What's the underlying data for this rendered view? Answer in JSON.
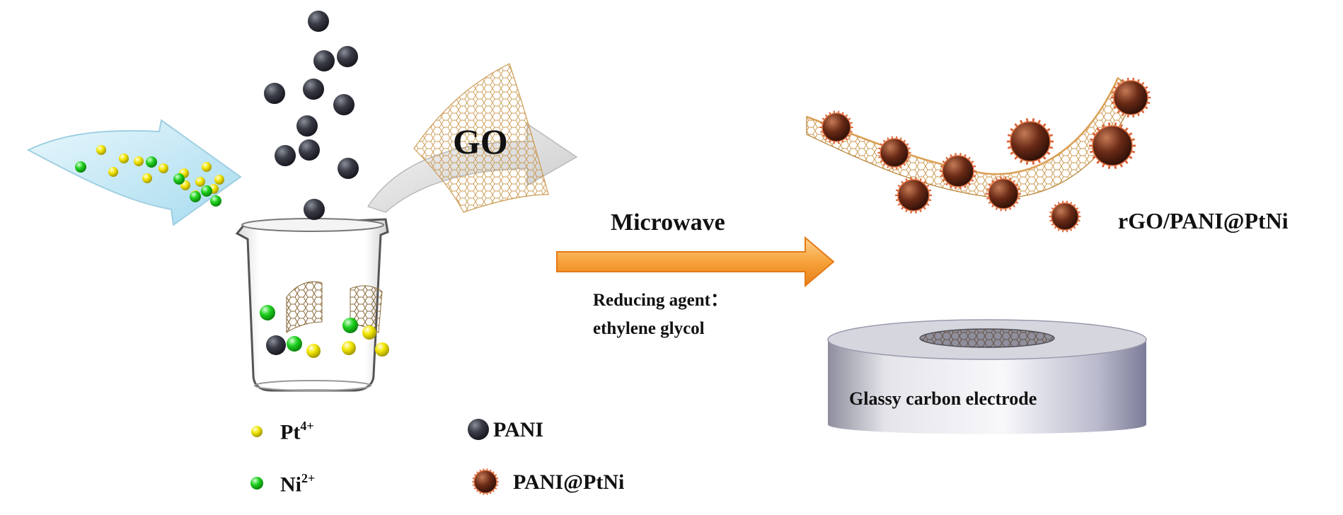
{
  "labels": {
    "go": "GO",
    "microwave": "Microwave",
    "reducing_agent": "Reducing agent：",
    "reducing_agent_name": "ethylene glycol",
    "product": "rGO/PANI@PtNi",
    "electrode": "Glassy  carbon electrode"
  },
  "legend": {
    "pt": {
      "base": "Pt",
      "charge": "4+"
    },
    "ni": {
      "base": "Ni",
      "charge": "2+"
    },
    "pani": "PANI",
    "pani_ptni": "PANI@PtNi"
  },
  "colors": {
    "pt_ion": "#f2e600",
    "ni_ion": "#1fd11f",
    "pani": "#2f2f3a",
    "pani_ptni": "#7a2a14",
    "arrow_orange": "#f7a23a",
    "inlet_arrow": "#bfe6f5",
    "graphene": "#c9964a"
  },
  "icons": [
    "inlet-arrow-icon",
    "beaker-icon",
    "go-sheet-icon",
    "process-arrow-icon",
    "rgo-sheet-icon",
    "electrode-icon"
  ]
}
